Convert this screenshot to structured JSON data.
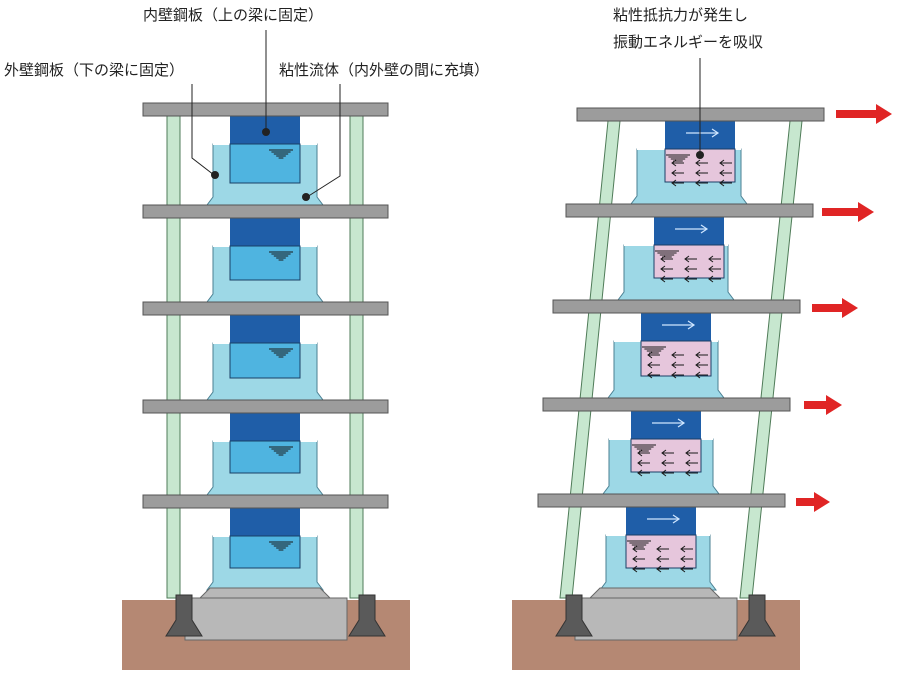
{
  "labels": {
    "inner_plate": "内壁鋼板（上の梁に固定）",
    "outer_plate": "外壁鋼板（下の梁に固定）",
    "fluid": "粘性流体（内外壁の間に充填）",
    "resist_line1": "粘性抵抗力が発生し",
    "resist_line2": "振動エネルギーを吸収"
  },
  "colors": {
    "beam": "#9c9c9c",
    "column": "#c7e7cf",
    "column_edge": "#4f7b58",
    "inner_plate": "#2e78c4",
    "inner_plate_top": "#1f5ea8",
    "fluid": "#9dd8e6",
    "fluid_inner": "#4fb4e0",
    "pink": "#e6c6dc",
    "arrow": "#e02525",
    "ground": "#a8735a",
    "footing": "#5a5a5a",
    "foundation": "#b8b8b8"
  },
  "icons": [
    "load-arrow-icon",
    "flow-arrow-icon",
    "fluid-level-icon"
  ]
}
